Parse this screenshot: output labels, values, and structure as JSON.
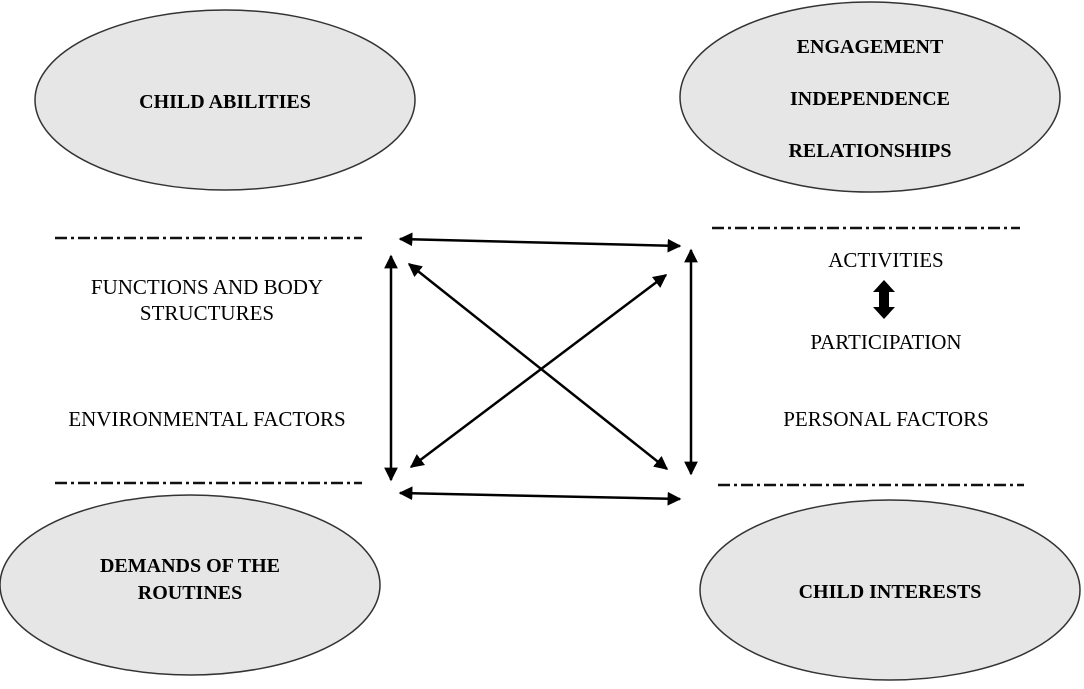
{
  "ellipses": {
    "child_abilities": {
      "lines": [
        "CHILD ABILITIES"
      ]
    },
    "outcomes": {
      "lines": [
        "ENGAGEMENT",
        "INDEPENDENCE",
        "RELATIONSHIPS"
      ]
    },
    "demands": {
      "lines": [
        "DEMANDS OF THE",
        "ROUTINES"
      ]
    },
    "child_interests": {
      "lines": [
        "CHILD INTERESTS"
      ]
    }
  },
  "left_factors": {
    "functions": [
      "FUNCTIONS AND BODY",
      "STRUCTURES"
    ],
    "environmental": "ENVIRONMENTAL FACTORS"
  },
  "right_factors": {
    "activities": "ACTIVITIES",
    "participation": "PARTICIPATION",
    "personal": "PERSONAL FACTORS"
  },
  "colors": {
    "ellipse_fill": "#e6e6e6",
    "ellipse_stroke": "#333333",
    "line": "#000000"
  }
}
